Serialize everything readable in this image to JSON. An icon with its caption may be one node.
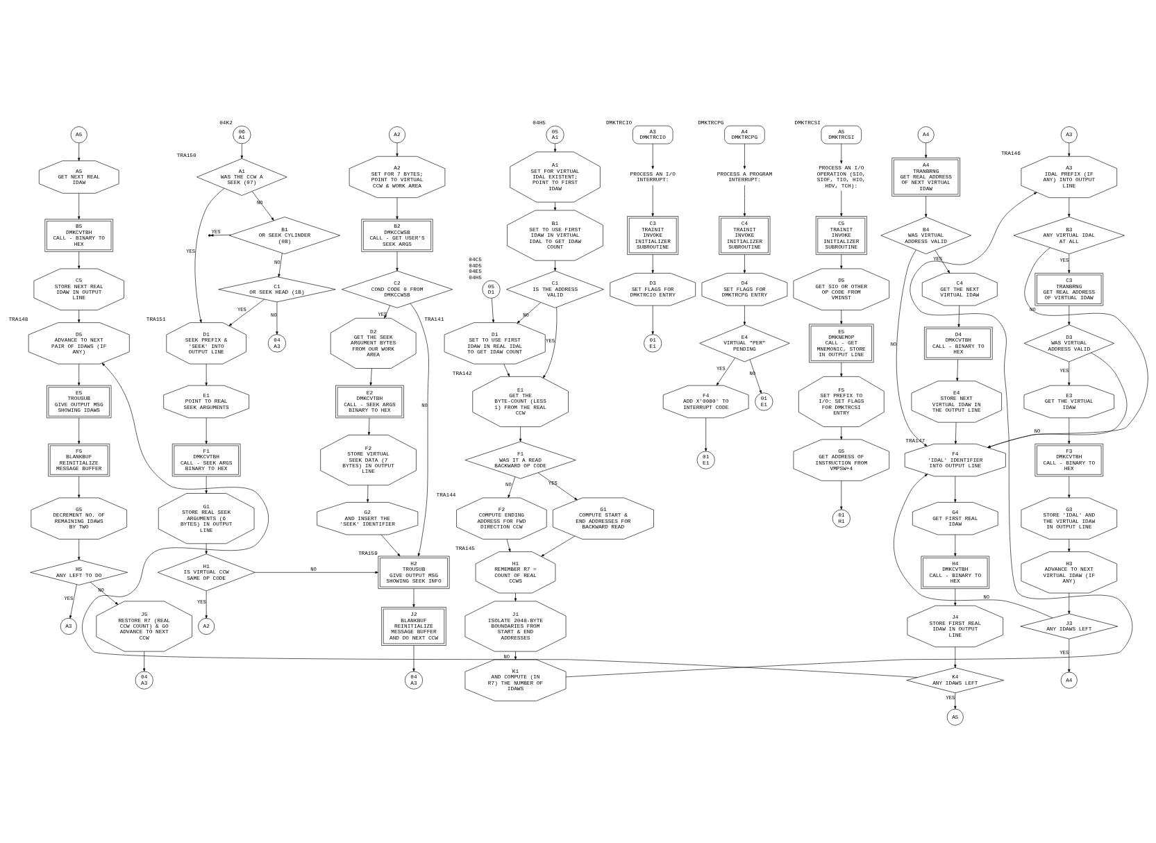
{
  "diagram": {
    "nodes": [
      {
        "text": [
          "05",
          "A1"
        ],
        "beside": [
          "04H5"
        ]
      },
      {
        "text": [
          "A1",
          "SET FOR VIRTUAL IDAL EXISTENT; POINT TO FIRST IDAW"
        ]
      },
      {
        "text": [
          "B1",
          "SET TO USE FIRST IDAW IN VIRTUAL IDAL TO GET IDAW COUNT"
        ]
      },
      {
        "text": [
          "C1",
          "IS THE ADDRESS VALID"
        ]
      },
      {
        "text": [
          "05",
          "D1"
        ],
        "beside": [
          "04C5",
          "04D5",
          "04E5",
          "04H5"
        ]
      },
      {
        "text": [
          "D1",
          "SET TO USE FIRST IDAW IN REAL IDAL TO GET IDAW COUNT"
        ],
        "beside": [
          "TRA141"
        ]
      },
      {
        "text": [
          "E1",
          "GET THE BYTE-COUNT (LESS 1) FROM THE REAL CCW"
        ],
        "beside": [
          "TRA142"
        ]
      },
      {
        "text": [
          "F1",
          "WAS IT A READ BACKWARD OP CODE"
        ]
      },
      {
        "text": [
          "F2",
          "COMPUTE ENDING ADDRESS FOR FWD DIRECTION CCW"
        ],
        "beside": [
          "TRA144"
        ]
      },
      {
        "text": [
          "G1",
          "COMPUTE START & END ADDRESSES FOR BACKWARD READ"
        ]
      },
      {
        "text": [
          "H1",
          "REMEMBER R7 = COUNT OF REAL CCWS"
        ],
        "beside": [
          "TRA145"
        ]
      },
      {
        "text": [
          "J1",
          "ISOLATE 2048-BYTE BOUNDARIES FROM START & END ADDRESSES"
        ]
      },
      {
        "text": [
          "K1",
          "AND COMPUTE (IN R7) THE NUMBER OF IDAWS"
        ]
      },
      {
        "text": [
          "A3"
        ]
      },
      {
        "text": [
          "A3",
          "IDAL PREFIX (IF ANY) INTO OUTPUT LINE"
        ],
        "beside": [
          "TRA146"
        ]
      },
      {
        "text": [
          "B3",
          "ANY VIRTUAL IDAL AT ALL"
        ]
      },
      {
        "text": [
          "C3",
          "TRANBRNG",
          "GET REAL ADDRESS OF VIRTUAL IDAW"
        ]
      },
      {
        "text": [
          "D3",
          "WAS VIRTUAL ADDRESS VALID"
        ]
      },
      {
        "text": [
          "E3",
          "GET THE VIRTUAL IDAW"
        ]
      },
      {
        "text": [
          "F3",
          "DMKCVTBH",
          "CALL - BINARY TO HEX"
        ]
      },
      {
        "text": [
          "G3",
          "STORE 'IDAL' AND THE VIRTUAL IDAW IN OUTPUT LINE"
        ]
      },
      {
        "text": [
          "H3",
          "ADVANCE TO NEXT VIRTUAL IDAW (IF ANY)"
        ]
      },
      {
        "text": [
          "J3",
          "ANY IDAWS LEFT"
        ]
      },
      {
        "text": [
          "A4"
        ]
      },
      {
        "text": [
          "A4"
        ]
      },
      {
        "text": [
          "A4",
          "TRANBRNG",
          "GET REAL ADDRESS OF NEXT VIRTUAL IDAW"
        ]
      },
      {
        "text": [
          "B4",
          "WAS VIRTUAL ADDRESS VALID"
        ]
      },
      {
        "text": [
          "C4",
          "GET THE NEXT VIRTUAL IDAW"
        ]
      },
      {
        "text": [
          "D4",
          "DMKCVTBH",
          "CALL - BINARY TO HEX"
        ]
      },
      {
        "text": [
          "E4",
          "STORE NEXT VIRTUAL IDAW IN THE OUTPUT LINE"
        ]
      },
      {
        "text": [
          "F4",
          "'IDAL' IDENTIFIER INTO OUTPUT LINE"
        ],
        "beside": [
          "TRA147"
        ]
      },
      {
        "text": [
          "G4",
          "GET FIRST REAL IDAW"
        ]
      },
      {
        "text": [
          "H4",
          "DMKCVTBH",
          "CALL - BINARY TO HEX"
        ]
      },
      {
        "text": [
          "J4",
          "STORE FIRST REAL IDAW IN OUTPUT LINE"
        ]
      },
      {
        "text": [
          "K4",
          "ANY IDAWS LEFT"
        ]
      },
      {
        "text": [
          "A5"
        ]
      },
      {
        "text": [
          "A5"
        ]
      },
      {
        "text": [
          "A5",
          "GET NEXT REAL IDAW"
        ]
      },
      {
        "text": [
          "B5",
          "DMKCVTBH",
          "CALL - BINARY TO HEX"
        ]
      },
      {
        "text": [
          "C5",
          "STORE NEXT REAL IDAW IN OUTPUT LINE"
        ]
      },
      {
        "text": [
          "D5",
          "ADVANCE TO NEXT PAIR OF IDAWS (IF ANY)"
        ],
        "beside": [
          "TRA148"
        ]
      },
      {
        "text": [
          "E5",
          "TROUSUB",
          "GIVE OUTPUT MSG SHOWING IDAWS"
        ]
      },
      {
        "text": [
          "F5",
          "BLANKBUF",
          "REINITIALIZE MESSAGE BUFFER"
        ]
      },
      {
        "text": [
          "G5",
          "DECREMENT NO. OF REMAINING IDAWS BY TWO"
        ]
      },
      {
        "text": [
          "H5",
          "ANY LEFT TO DO"
        ]
      },
      {
        "text": [
          "A3"
        ]
      },
      {
        "text": [
          "J5",
          "RESTORE R7 (REAL CCW COUNT) & GO ADVANCE TO NEXT CCW"
        ]
      },
      {
        "text": [
          "04",
          "A3"
        ]
      },
      {
        "text": [
          "06",
          "A1"
        ],
        "beside": [
          "04K2"
        ]
      },
      {
        "text": [
          "A1",
          "WAS THE CCW A SEEK (07)"
        ],
        "beside": [
          "TRA150"
        ]
      },
      {
        "text": [
          "B1",
          "OR SEEK CYLINDER (0B)"
        ]
      },
      {
        "text": [
          "C1",
          "OR SEEK HEAD (1B)"
        ]
      },
      {
        "text": [
          "04",
          "A3"
        ]
      },
      {
        "text": [
          "D1",
          "SEEK PREFIX & 'SEEK' INTO OUTPUT LINE"
        ],
        "beside": [
          "TRA151"
        ]
      },
      {
        "text": [
          "E1",
          "POINT TO REAL SEEK ARGUMENTS"
        ]
      },
      {
        "text": [
          "F1",
          "DMKCVTBH",
          "CALL - SEEK ARGS BINARY TO HEX"
        ]
      },
      {
        "text": [
          "G1",
          "STORE REAL SEEK ARGUMENTS (6 BYTES) IN OUTPUT LINE"
        ]
      },
      {
        "text": [
          "H1",
          "IS VIRTUAL CCW SAME OP CODE"
        ]
      },
      {
        "text": [
          "A2"
        ]
      },
      {
        "text": [
          "A2"
        ]
      },
      {
        "text": [
          "A2",
          "SET FOR 7 BYTES; POINT TO VIRTUAL CCW & WORK AREA"
        ]
      },
      {
        "text": [
          "B2",
          "DMKCCWSB",
          "CALL - GET USER'S SEEK ARGS"
        ]
      },
      {
        "text": [
          "C2",
          "COND CODE 0 FROM DMKCCWSB"
        ]
      },
      {
        "text": [
          "D2",
          "GET THE SEEK ARGUMENT BYTES FROM OUR WORK AREA"
        ]
      },
      {
        "text": [
          "E2",
          "DMKCVTBH",
          "CALL - SEEK ARGS BINARY TO HEX"
        ]
      },
      {
        "text": [
          "F2",
          "STORE VIRTUAL SEEK DATA (7 BYTES) IN OUTPUT LINE"
        ]
      },
      {
        "text": [
          "G2",
          "AND INSERT THE 'SEEK' IDENTIFIER"
        ]
      },
      {
        "text": [
          "H2",
          "TROUSUB",
          "GIVE OUTPUT MSG SHOWING SEEK INFO"
        ],
        "beside": [
          "TRA159"
        ]
      },
      {
        "text": [
          "J2",
          "BLANKBUF",
          "REINITIALIZE MESSAGE BUFFER AND DO NEXT CCW"
        ]
      },
      {
        "text": [
          "04",
          "A3"
        ]
      },
      {
        "text": [
          "A3",
          "DMKTRCIO"
        ],
        "beside": [
          "DMKTRCIO"
        ]
      },
      {
        "text": [
          "PROCESS AN I/O INTERRUPT:"
        ]
      },
      {
        "text": [
          "C3",
          "TRAINIT",
          "INVOKE INITIALIZER SUBROUTINE"
        ]
      },
      {
        "text": [
          "D3",
          "SET FLAGS FOR DMKTRCIO ENTRY"
        ]
      },
      {
        "text": [
          "01",
          "E1"
        ]
      },
      {
        "text": [
          "A4",
          "DMKTRCPG"
        ],
        "beside": [
          "DMKTRCPG"
        ]
      },
      {
        "text": [
          "PROCESS A PROGRAM INTERRUPT:"
        ]
      },
      {
        "text": [
          "C4",
          "TRAINIT",
          "INVOKE INITIALIZER SUBROUTINE"
        ]
      },
      {
        "text": [
          "D4",
          "SET FLAGS FOR DMKTRCPG ENTRY"
        ]
      },
      {
        "text": [
          "E4",
          "VIRTUAL \"PER\" PENDING"
        ]
      },
      {
        "text": [
          "01",
          "E1"
        ]
      },
      {
        "text": [
          "F4",
          "ADD X'0080' TO INTERRUPT CODE"
        ]
      },
      {
        "text": [
          "01",
          "E1"
        ]
      },
      {
        "text": [
          "A5",
          "DMKTRCSI"
        ],
        "beside": [
          "DMKTRCSI"
        ]
      },
      {
        "text": [
          "PROCESS AN I/O OPERATION (SIO, SIOF, TIO, HIO, HDV, TCH):"
        ]
      },
      {
        "text": [
          "C5",
          "TRAINIT",
          "INVOKE INITIALIZER SUBROUTINE"
        ]
      },
      {
        "text": [
          "D5",
          "GET SIO OR OTHER OP CODE FROM VMINST"
        ]
      },
      {
        "text": [
          "E5",
          "DMKNEMOP",
          "CALL - GET MNEMONIC, STORE IN OUTPUT LINE"
        ]
      },
      {
        "text": [
          "F5",
          "SET PREFIX TO I/O: SET FLAGS FOR DMKTRCSI ENTRY"
        ]
      },
      {
        "text": [
          "G5",
          "GET ADDRESS OF INSTRUCTION FROM VMPSW+4"
        ]
      },
      {
        "text": [
          "01",
          "H1"
        ]
      }
    ],
    "edges": [
      {
        "from": 0,
        "to": 1,
        "arrow": "to"
      },
      {
        "from": 1,
        "to": 2,
        "arrow": "to"
      },
      {
        "from": 2,
        "to": 3,
        "arrow": "to"
      },
      {
        "from": 3,
        "to": 5,
        "arrow": "to",
        "label": "NO"
      },
      {
        "from": 4,
        "to": 5,
        "arrow": "to"
      },
      {
        "from": 3,
        "to": 6,
        "arrow": "to",
        "label": "YES"
      },
      {
        "from": 5,
        "to": 6,
        "arrow": "to"
      },
      {
        "from": 6,
        "to": 7,
        "arrow": "to"
      },
      {
        "from": 7,
        "to": 9,
        "arrow": "to",
        "label": "YES"
      },
      {
        "from": 7,
        "to": 8,
        "arrow": "to",
        "label": "NO"
      },
      {
        "from": 9,
        "to": 10,
        "arrow": "to"
      },
      {
        "from": 8,
        "to": 10,
        "arrow": "to"
      },
      {
        "from": 10,
        "to": 11,
        "arrow": "to"
      },
      {
        "from": 11,
        "to": 12,
        "arrow": "to"
      },
      {
        "from": 12,
        "to": 14,
        "arrow": "to"
      },
      {
        "from": 13,
        "to": 14,
        "arrow": "to"
      },
      {
        "from": 14,
        "to": 15,
        "arrow": "to"
      },
      {
        "from": 15,
        "to": 16,
        "arrow": "to",
        "label": "YES"
      },
      {
        "from": 15,
        "to": 30,
        "arrow": "to",
        "label": "NO"
      },
      {
        "from": 16,
        "to": 17,
        "arrow": "to"
      },
      {
        "from": 17,
        "to": 18,
        "arrow": "to",
        "label": "YES"
      },
      {
        "from": 17,
        "to": 30,
        "arrow": "to",
        "label": "NO"
      },
      {
        "from": 18,
        "to": 19,
        "arrow": "to"
      },
      {
        "from": 19,
        "to": 20,
        "arrow": "to"
      },
      {
        "from": 20,
        "to": 21,
        "arrow": "to"
      },
      {
        "from": 21,
        "to": 22,
        "arrow": "to"
      },
      {
        "from": 22,
        "to": 23,
        "arrow": "to",
        "label": "YES"
      },
      {
        "from": 22,
        "to": 30,
        "arrow": "to",
        "label": "NO"
      },
      {
        "from": 24,
        "to": 25,
        "arrow": "to"
      },
      {
        "from": 25,
        "to": 26,
        "arrow": "to"
      },
      {
        "from": 26,
        "to": 27,
        "arrow": "to",
        "label": "YES"
      },
      {
        "from": 26,
        "to": 30,
        "arrow": "to",
        "label": "NO"
      },
      {
        "from": 27,
        "to": 28,
        "arrow": "to"
      },
      {
        "from": 28,
        "to": 29,
        "arrow": "to"
      },
      {
        "from": 29,
        "to": 30,
        "arrow": "to"
      },
      {
        "from": 30,
        "to": 31,
        "arrow": "to"
      },
      {
        "from": 31,
        "to": 32,
        "arrow": "to"
      },
      {
        "from": 32,
        "to": 33,
        "arrow": "to"
      },
      {
        "from": 33,
        "to": 34,
        "arrow": "to"
      },
      {
        "from": 34,
        "to": 35,
        "arrow": "to",
        "label": "YES"
      },
      {
        "from": 34,
        "to": 40,
        "arrow": "to",
        "label": "NO"
      },
      {
        "from": 36,
        "to": 37,
        "arrow": "to"
      },
      {
        "from": 37,
        "to": 38,
        "arrow": "to"
      },
      {
        "from": 38,
        "to": 39,
        "arrow": "to"
      },
      {
        "from": 39,
        "to": 40,
        "arrow": "to"
      },
      {
        "from": 40,
        "to": 41,
        "arrow": "to"
      },
      {
        "from": 41,
        "to": 42,
        "arrow": "to"
      },
      {
        "from": 42,
        "to": 43,
        "arrow": "to"
      },
      {
        "from": 43,
        "to": 44,
        "arrow": "to"
      },
      {
        "from": 44,
        "to": 45,
        "arrow": "to",
        "label": "YES"
      },
      {
        "from": 44,
        "to": 46,
        "arrow": "to",
        "label": "NO"
      },
      {
        "from": 46,
        "to": 47,
        "arrow": "to"
      },
      {
        "from": 48,
        "to": 49,
        "arrow": "to"
      },
      {
        "from": 49,
        "to": 53,
        "arrow": "to",
        "label": "YES"
      },
      {
        "from": 49,
        "to": 50,
        "arrow": "to",
        "label": "NO"
      },
      {
        "from": 50,
        "to": null,
        "arrow": "to",
        "label": "YES"
      },
      {
        "from": 50,
        "to": 51,
        "arrow": "to",
        "label": "NO"
      },
      {
        "from": 51,
        "to": 53,
        "arrow": "to",
        "label": "YES"
      },
      {
        "from": 51,
        "to": 52,
        "arrow": "to",
        "label": "NO"
      },
      {
        "from": 53,
        "to": 54,
        "arrow": "to"
      },
      {
        "from": 54,
        "to": 55,
        "arrow": "to"
      },
      {
        "from": 55,
        "to": 56,
        "arrow": "to"
      },
      {
        "from": 56,
        "to": 57,
        "arrow": "to"
      },
      {
        "from": 57,
        "to": 58,
        "arrow": "to",
        "label": "YES"
      },
      {
        "from": 57,
        "to": 67,
        "arrow": "to",
        "label": "NO"
      },
      {
        "from": 59,
        "to": 60,
        "arrow": "to"
      },
      {
        "from": 60,
        "to": 61,
        "arrow": "to"
      },
      {
        "from": 61,
        "to": 62,
        "arrow": "to"
      },
      {
        "from": 62,
        "to": 63,
        "arrow": "to",
        "label": "YES"
      },
      {
        "from": 62,
        "to": 67,
        "arrow": "to",
        "label": "NO"
      },
      {
        "from": 63,
        "to": 64,
        "arrow": "to"
      },
      {
        "from": 64,
        "to": 65,
        "arrow": "to"
      },
      {
        "from": 65,
        "to": 66,
        "arrow": "to"
      },
      {
        "from": 66,
        "to": 67,
        "arrow": "to"
      },
      {
        "from": 67,
        "to": 68,
        "arrow": "to"
      },
      {
        "from": 68,
        "to": 69,
        "arrow": "to"
      },
      {
        "from": 70,
        "to": 71,
        "arrow": "to"
      },
      {
        "from": 71,
        "to": 72,
        "arrow": "to"
      },
      {
        "from": 72,
        "to": 73,
        "arrow": "to"
      },
      {
        "from": 73,
        "to": 74,
        "arrow": "to"
      },
      {
        "from": 75,
        "to": 76,
        "arrow": "to"
      },
      {
        "from": 76,
        "to": 77,
        "arrow": "to"
      },
      {
        "from": 77,
        "to": 78,
        "arrow": "to"
      },
      {
        "from": 78,
        "to": 79,
        "arrow": "to"
      },
      {
        "from": 79,
        "to": 80,
        "arrow": "to",
        "label": "NO"
      },
      {
        "from": 79,
        "to": 81,
        "arrow": "to",
        "label": "YES"
      },
      {
        "from": 81,
        "to": 82,
        "arrow": "to"
      },
      {
        "from": 83,
        "to": 84,
        "arrow": "to"
      },
      {
        "from": 84,
        "to": 85,
        "arrow": "to"
      },
      {
        "from": 85,
        "to": 86,
        "arrow": "to"
      },
      {
        "from": 86,
        "to": 87,
        "arrow": "to"
      },
      {
        "from": 87,
        "to": 88,
        "arrow": "to"
      },
      {
        "from": 88,
        "to": 89,
        "arrow": "to"
      },
      {
        "from": 89,
        "to": 90,
        "arrow": "to"
      }
    ]
  }
}
